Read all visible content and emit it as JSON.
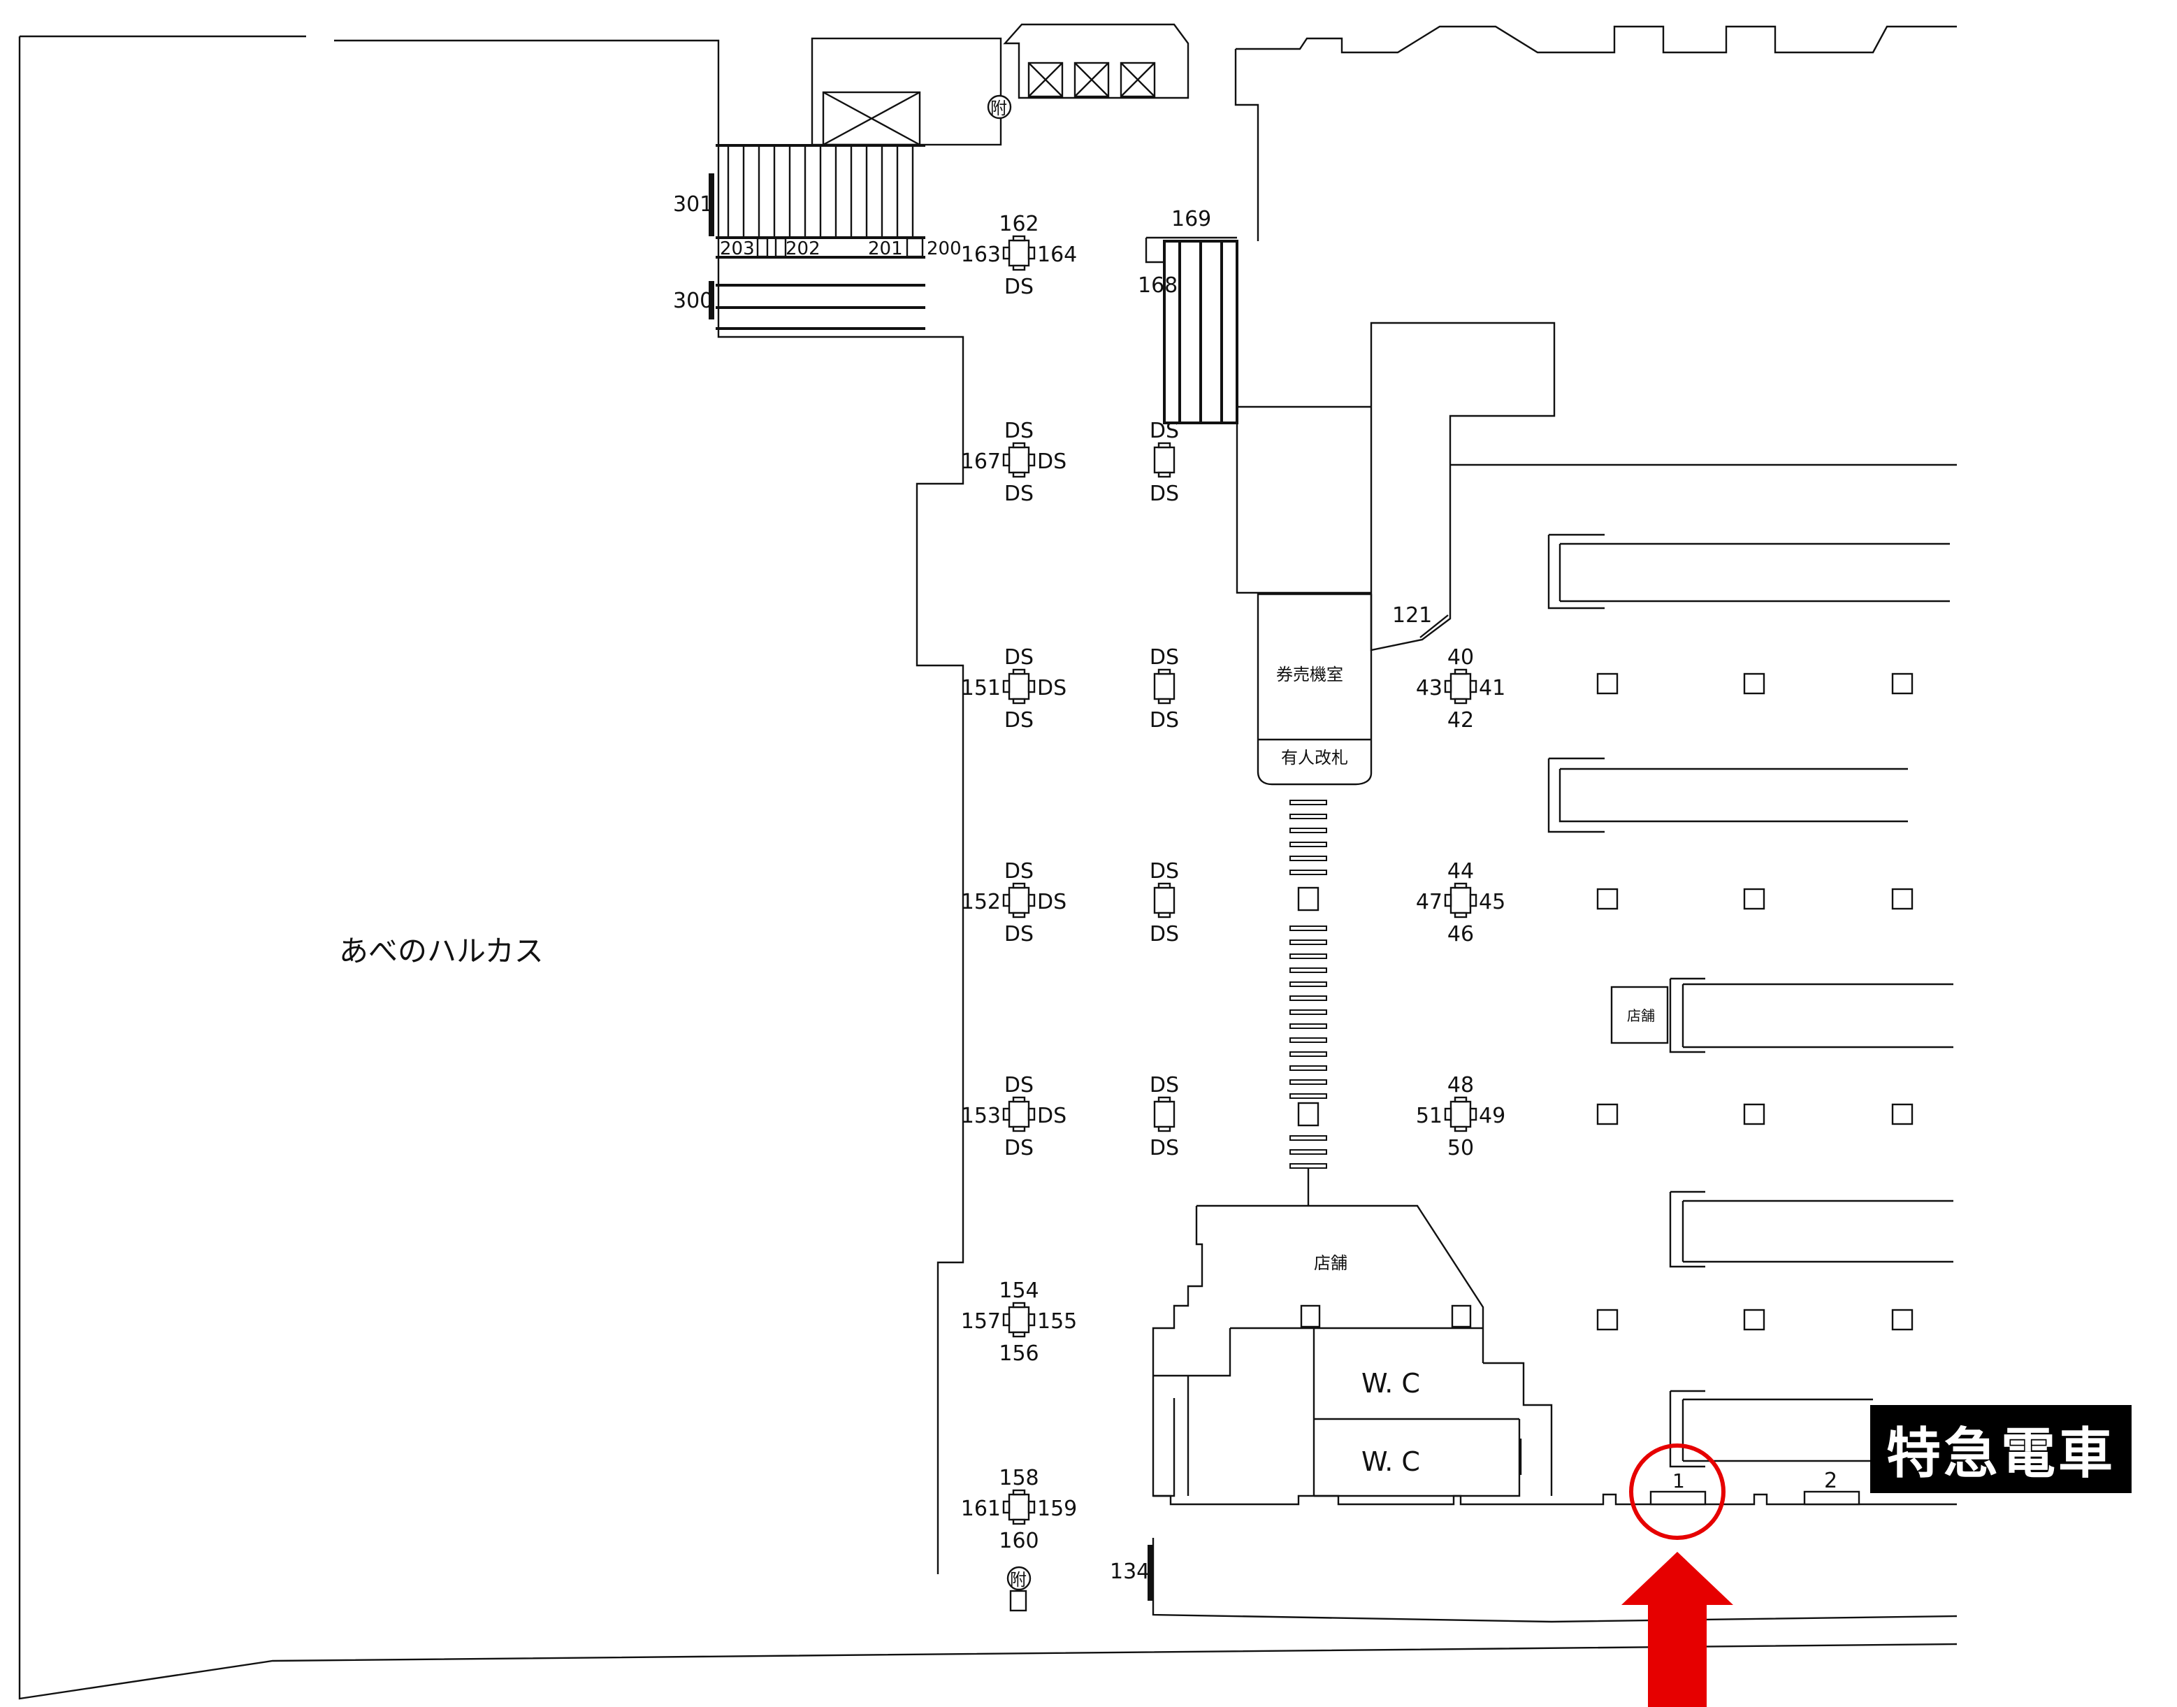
{
  "map": {
    "area_main": "あべのハルカス",
    "ticket_room": "券売機室",
    "staffed_gate": "有人改札",
    "shop_1": "店舗",
    "shop_2": "店舗",
    "wc_1": "W. C",
    "wc_2": "W. C",
    "attached_sign": "附",
    "banner": "特急電車",
    "highlight_color": "#e60000",
    "pillar_groups": [
      {
        "top": "162",
        "left": "163",
        "right": "164",
        "bottom": "DS"
      },
      {
        "top": "DS",
        "left": "167",
        "right": "DS",
        "bottom": "DS"
      },
      {
        "top": "DS",
        "left": "151",
        "right": "DS",
        "bottom": "DS"
      },
      {
        "top": "DS",
        "left": "152",
        "right": "DS",
        "bottom": "DS"
      },
      {
        "top": "DS",
        "left": "153",
        "right": "DS",
        "bottom": "DS"
      },
      {
        "top": "154",
        "left": "157",
        "right": "155",
        "bottom": "156"
      },
      {
        "top": "158",
        "left": "161",
        "right": "159",
        "bottom": "160"
      },
      {
        "top": "DS",
        "left": "",
        "right": "",
        "bottom": "DS"
      },
      {
        "top": "DS",
        "left": "",
        "right": "",
        "bottom": "DS"
      },
      {
        "top": "DS",
        "left": "",
        "right": "",
        "bottom": "DS"
      },
      {
        "top": "DS",
        "left": "",
        "right": "",
        "bottom": "DS"
      },
      {
        "top": "40",
        "left": "43",
        "right": "41",
        "bottom": "42"
      },
      {
        "top": "44",
        "left": "47",
        "right": "45",
        "bottom": "46"
      },
      {
        "top": "48",
        "left": "51",
        "right": "49",
        "bottom": "50"
      }
    ],
    "labels": [
      "301",
      "300",
      "203",
      "202",
      "201",
      "200",
      "169",
      "168",
      "121",
      "134",
      "1",
      "2"
    ]
  }
}
